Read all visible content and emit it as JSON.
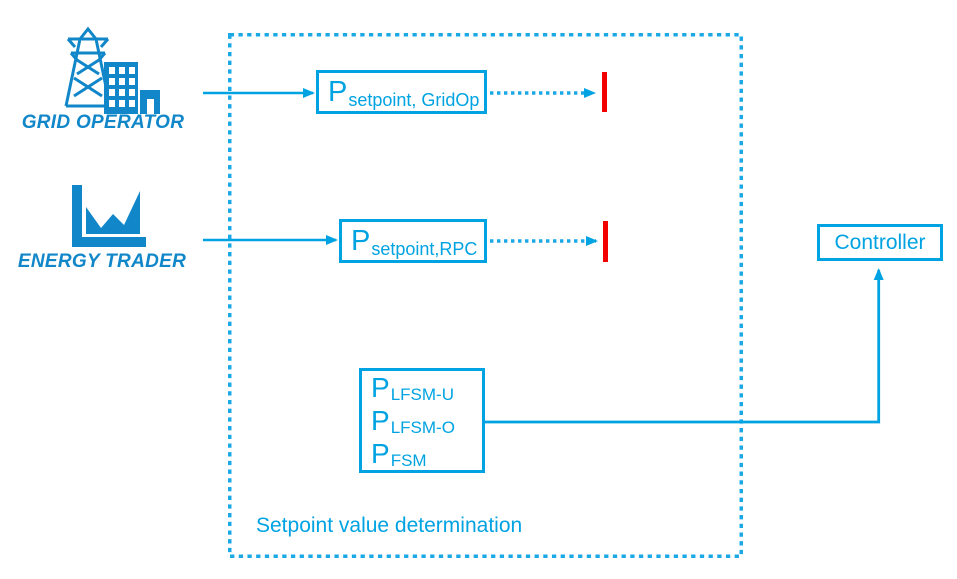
{
  "diagram": {
    "caption": "Setpoint value determination",
    "actors": {
      "grid_operator": {
        "label": "GRID OPERATOR",
        "icon": "transmission-tower-with-buildings"
      },
      "energy_trader": {
        "label": "ENERGY TRADER",
        "icon": "area-chart"
      }
    },
    "blocks": {
      "setpoint_gridop": {
        "main": "P",
        "sub": "setpoint, GridOp"
      },
      "setpoint_rpc": {
        "main": "P",
        "sub": "setpoint,RPC"
      },
      "power_modes": {
        "rows": [
          {
            "main": "P",
            "sub": "LFSM-U"
          },
          {
            "main": "P",
            "sub": "LFSM-O"
          },
          {
            "main": "P",
            "sub": "FSM"
          }
        ]
      },
      "controller": {
        "label": "Controller"
      }
    },
    "connectors": [
      "grid-operator to P_setpoint,GridOp (solid arrow)",
      "energy-trader to P_setpoint,RPC (solid arrow)",
      "P_setpoint,GridOp to red terminator (dotted arrow)",
      "P_setpoint,RPC to red terminator (dotted arrow)",
      "P_LFSM/FSM block to Controller (solid elbow arrow)"
    ],
    "colors": {
      "accent": "#00a3e2",
      "icon_blue": "#1187c9",
      "terminator_red": "#f20000",
      "background": "#ffffff"
    }
  }
}
